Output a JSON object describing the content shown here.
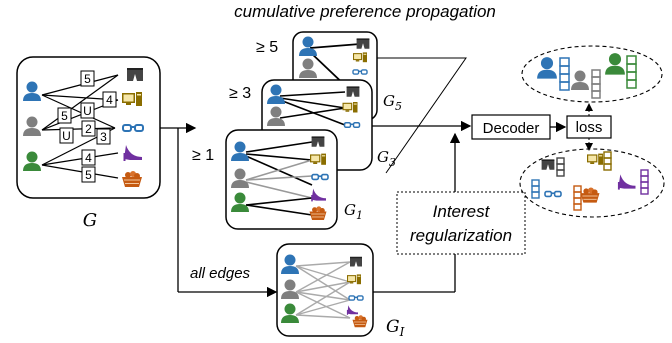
{
  "title": "cumulative preference propagation",
  "main_graph": {
    "label": "G",
    "edge_ratings": [
      "5",
      "4",
      "5",
      "U",
      "2",
      "U",
      "3",
      "4",
      "5"
    ]
  },
  "subgraphs": [
    {
      "threshold": "≥ 5",
      "label": "G",
      "subscript": "5"
    },
    {
      "threshold": "≥ 3",
      "label": "G",
      "subscript": "3"
    },
    {
      "threshold": "≥ 1",
      "label": "G",
      "subscript": "1"
    }
  ],
  "interest_graph": {
    "label": "G",
    "subscript": "I",
    "edge_caption": "all edges"
  },
  "decoder_label": "Decoder",
  "loss_label": "loss",
  "regularization": {
    "line1": "Interest",
    "line2": "regularization"
  },
  "colors": {
    "user_blue": "#2e74b5",
    "user_gray": "#7f7f7f",
    "user_green": "#3a8a3a",
    "shorts": "#444444",
    "computer": "#8a6d00",
    "glasses": "#2e74b5",
    "heel": "#7030a0",
    "basket": "#c55a11"
  }
}
